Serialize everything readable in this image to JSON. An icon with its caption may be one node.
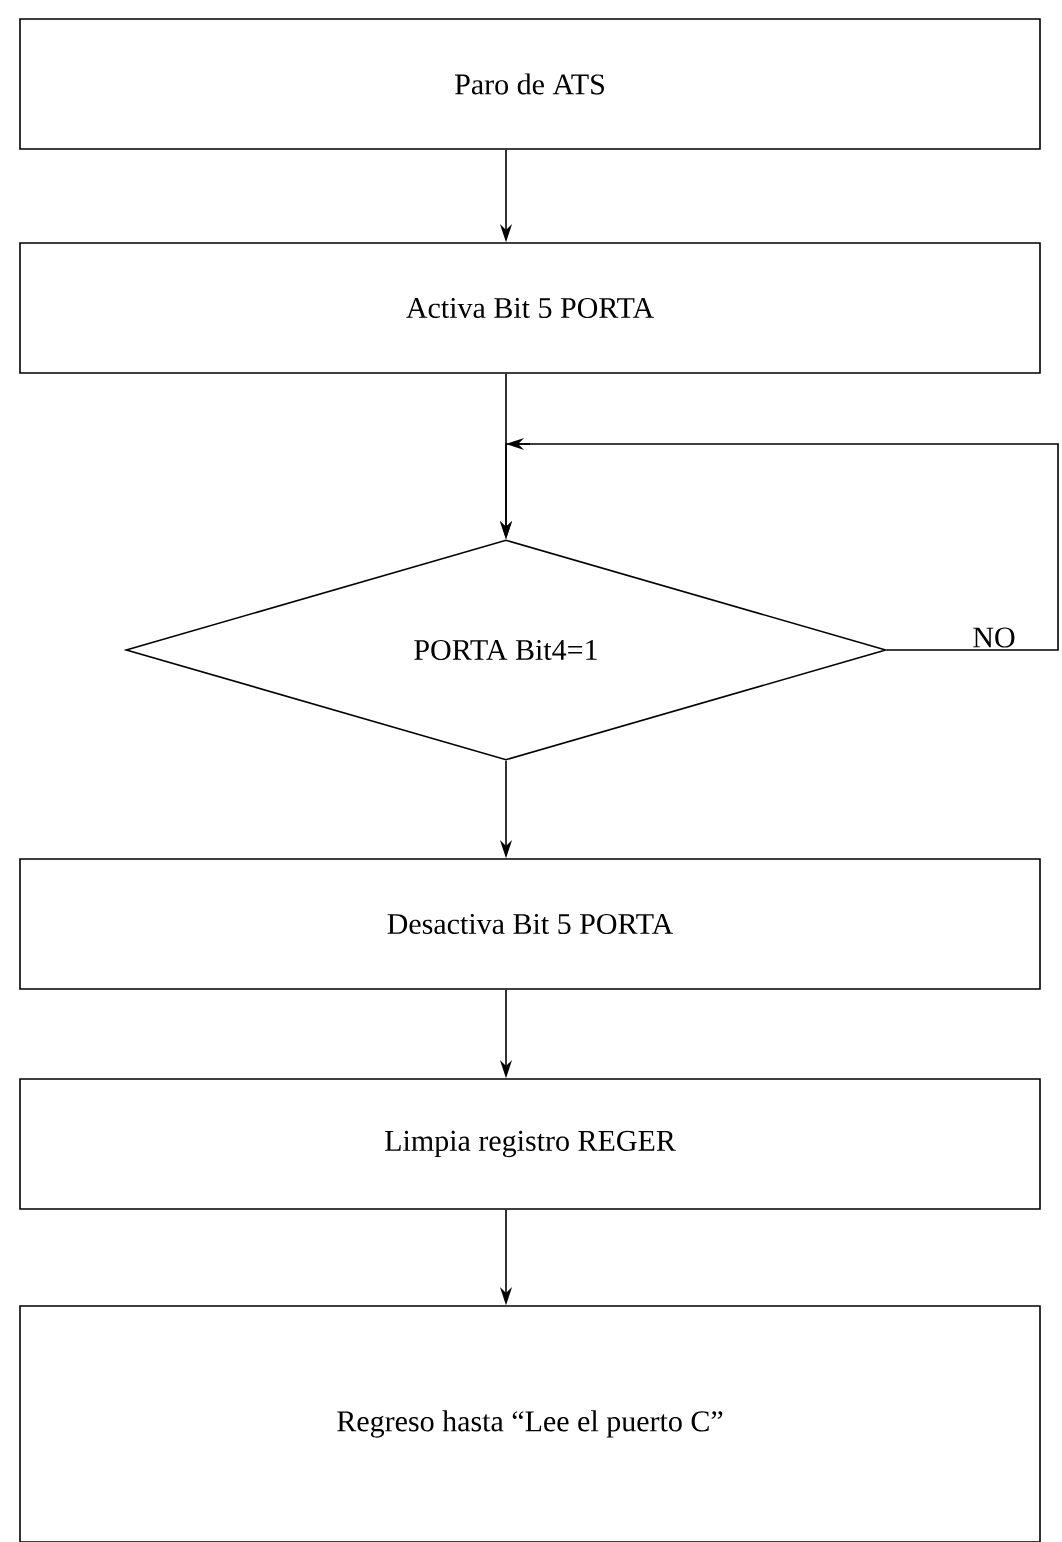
{
  "diagram": {
    "nodes": [
      {
        "text": [
          "Paro de ATS"
        ]
      },
      {
        "text": [
          "Activa Bit 5 PORTA"
        ]
      },
      {
        "text": [
          "PORTA Bit4=1"
        ]
      },
      {
        "text": [
          "Desactiva Bit 5 PORTA"
        ]
      },
      {
        "text": [
          "Limpia registro REGER"
        ]
      },
      {
        "text": [
          "Regreso hasta “Lee el puerto C”"
        ]
      }
    ],
    "edges": [
      {
        "from": 0,
        "to": 1,
        "arrow": "to"
      },
      {
        "from": 1,
        "to": 2,
        "arrow": "to"
      },
      {
        "from": 2,
        "to": 2,
        "arrow": "to",
        "label": "NO"
      },
      {
        "from": 2,
        "to": 3,
        "arrow": "to"
      },
      {
        "from": 3,
        "to": 4,
        "arrow": "to"
      },
      {
        "from": 4,
        "to": 5,
        "arrow": "to"
      }
    ]
  }
}
